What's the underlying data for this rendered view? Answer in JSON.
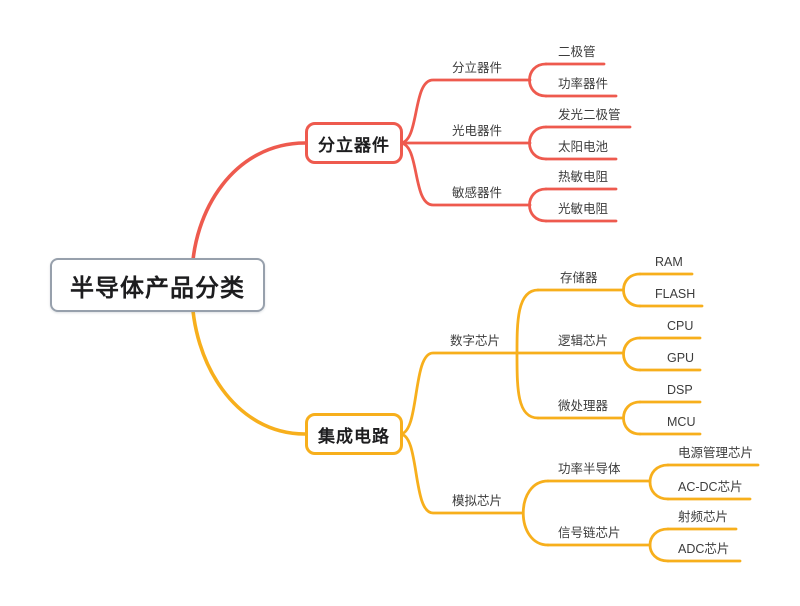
{
  "root": {
    "label": "半导体产品分类"
  },
  "colors": {
    "discrete_branch": "#ee5a4e",
    "ic_branch": "#f7af1c",
    "root_border": "#97a0ac",
    "label_text": "#3c3c3c"
  },
  "branches": [
    {
      "label": "分立器件",
      "children": [
        {
          "label": "分立器件",
          "children": [
            {
              "label": "二极管"
            },
            {
              "label": "功率器件"
            }
          ]
        },
        {
          "label": "光电器件",
          "children": [
            {
              "label": "发光二极管"
            },
            {
              "label": "太阳电池"
            }
          ]
        },
        {
          "label": "敏感器件",
          "children": [
            {
              "label": "热敏电阻"
            },
            {
              "label": "光敏电阻"
            }
          ]
        }
      ]
    },
    {
      "label": "集成电路",
      "children": [
        {
          "label": "数字芯片",
          "children": [
            {
              "label": "存储器",
              "children": [
                {
                  "label": "RAM"
                },
                {
                  "label": "FLASH"
                }
              ]
            },
            {
              "label": "逻辑芯片",
              "children": [
                {
                  "label": "CPU"
                },
                {
                  "label": "GPU"
                }
              ]
            },
            {
              "label": "微处理器",
              "children": [
                {
                  "label": "DSP"
                },
                {
                  "label": "MCU"
                }
              ]
            }
          ]
        },
        {
          "label": "模拟芯片",
          "children": [
            {
              "label": "功率半导体",
              "children": [
                {
                  "label": "电源管理芯片"
                },
                {
                  "label": "AC-DC芯片"
                }
              ]
            },
            {
              "label": "信号链芯片",
              "children": [
                {
                  "label": "射频芯片"
                },
                {
                  "label": "ADC芯片"
                }
              ]
            }
          ]
        }
      ]
    }
  ]
}
